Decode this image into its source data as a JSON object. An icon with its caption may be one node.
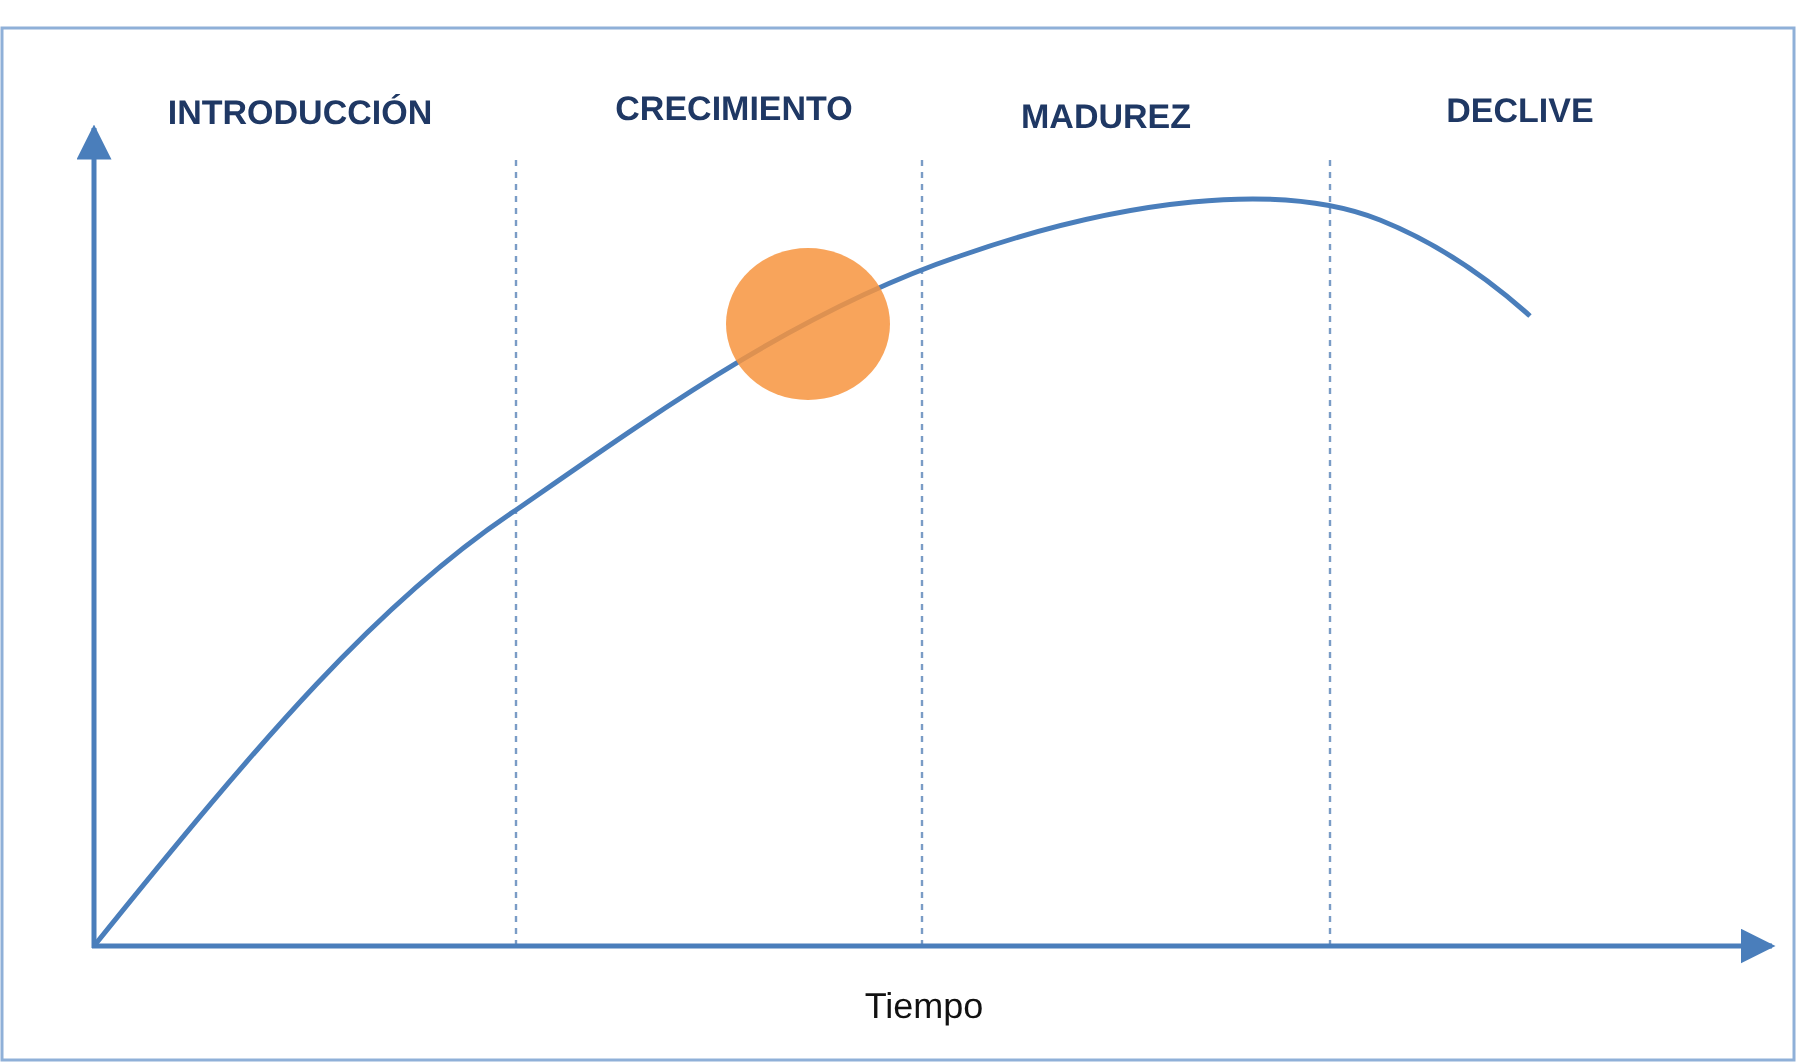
{
  "diagram": {
    "labels": [
      "INTRODUCCIÓN",
      "CRECIMIENTO",
      "MADUREZ",
      "DECLIVE",
      "Tiempo"
    ]
  }
}
